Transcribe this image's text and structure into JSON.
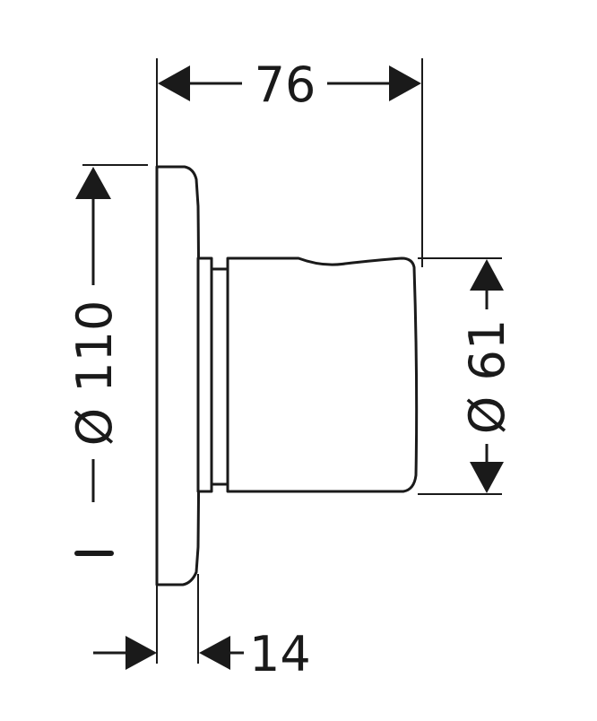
{
  "dimensions": {
    "width_76": "76",
    "diameter_110": "Ø 110",
    "diameter_61": "Ø 61",
    "depth_14": "14"
  }
}
